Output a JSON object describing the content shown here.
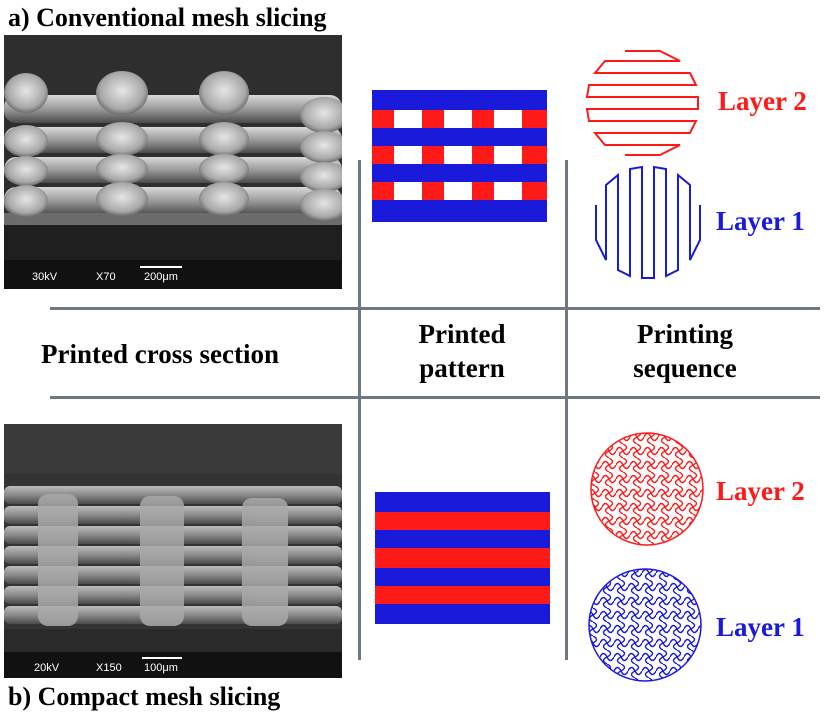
{
  "panel_a": {
    "title": "a) Conventional mesh slicing",
    "sem": {
      "voltage": "30kV",
      "magnification": "X70",
      "scale": "200μm"
    },
    "layer2_label": "Layer 2",
    "layer1_label": "Layer 1"
  },
  "panel_b": {
    "title": "b) Compact mesh slicing",
    "sem": {
      "voltage": "20kV",
      "magnification": "X150",
      "scale": "100μm"
    },
    "layer2_label": "Layer 2",
    "layer1_label": "Layer 1"
  },
  "headers": {
    "cross_section": "Printed cross section",
    "pattern_line1": "Printed",
    "pattern_line2": "pattern",
    "sequence_line1": "Printing",
    "sequence_line2": "sequence"
  },
  "colors": {
    "layer1": "#1a1adb",
    "layer2": "#ff1a1a",
    "grid": "#6f7780"
  }
}
